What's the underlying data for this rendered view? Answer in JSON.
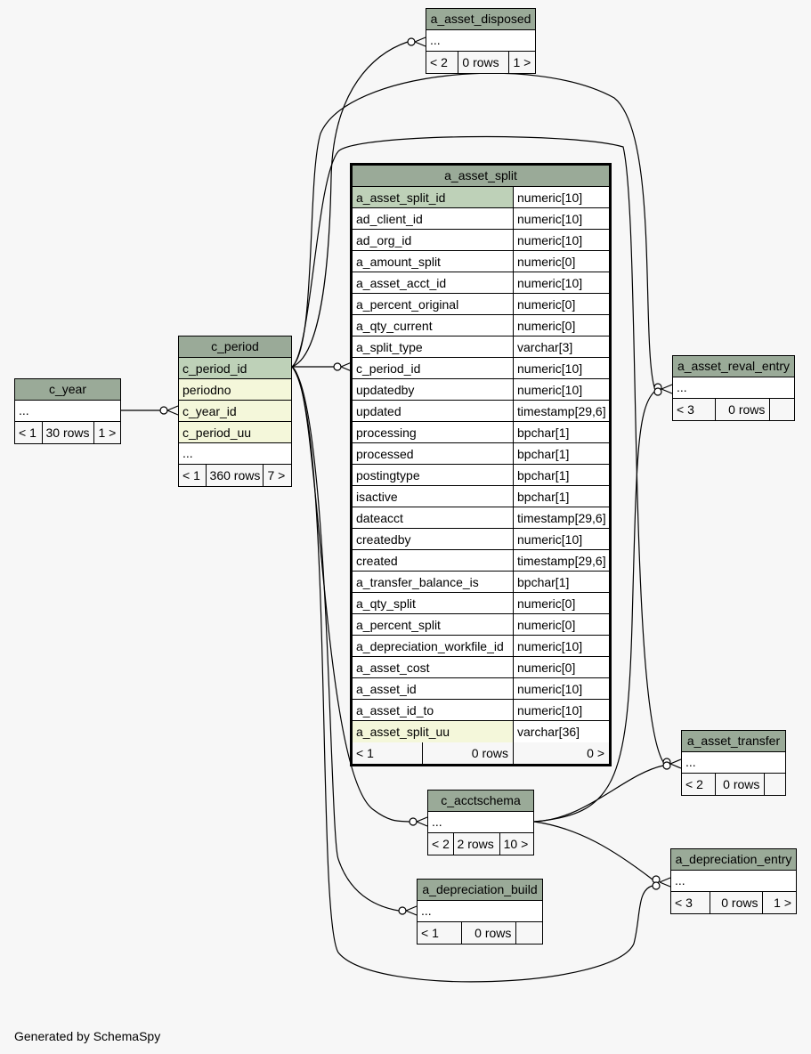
{
  "footer": "Generated by SchemaSpy",
  "tables": {
    "a_asset_split": {
      "name": "a_asset_split",
      "columns": [
        {
          "name": "a_asset_split_id",
          "type": "numeric[10]",
          "kind": "pk"
        },
        {
          "name": "ad_client_id",
          "type": "numeric[10]",
          "kind": ""
        },
        {
          "name": "ad_org_id",
          "type": "numeric[10]",
          "kind": ""
        },
        {
          "name": "a_amount_split",
          "type": "numeric[0]",
          "kind": ""
        },
        {
          "name": "a_asset_acct_id",
          "type": "numeric[10]",
          "kind": ""
        },
        {
          "name": "a_percent_original",
          "type": "numeric[0]",
          "kind": ""
        },
        {
          "name": "a_qty_current",
          "type": "numeric[0]",
          "kind": ""
        },
        {
          "name": "a_split_type",
          "type": "varchar[3]",
          "kind": ""
        },
        {
          "name": "c_period_id",
          "type": "numeric[10]",
          "kind": ""
        },
        {
          "name": "updatedby",
          "type": "numeric[10]",
          "kind": ""
        },
        {
          "name": "updated",
          "type": "timestamp[29,6]",
          "kind": ""
        },
        {
          "name": "processing",
          "type": "bpchar[1]",
          "kind": ""
        },
        {
          "name": "processed",
          "type": "bpchar[1]",
          "kind": ""
        },
        {
          "name": "postingtype",
          "type": "bpchar[1]",
          "kind": ""
        },
        {
          "name": "isactive",
          "type": "bpchar[1]",
          "kind": ""
        },
        {
          "name": "dateacct",
          "type": "timestamp[29,6]",
          "kind": ""
        },
        {
          "name": "createdby",
          "type": "numeric[10]",
          "kind": ""
        },
        {
          "name": "created",
          "type": "timestamp[29,6]",
          "kind": ""
        },
        {
          "name": "a_transfer_balance_is",
          "type": "bpchar[1]",
          "kind": ""
        },
        {
          "name": "a_qty_split",
          "type": "numeric[0]",
          "kind": ""
        },
        {
          "name": "a_percent_split",
          "type": "numeric[0]",
          "kind": ""
        },
        {
          "name": "a_depreciation_workfile_id",
          "type": "numeric[10]",
          "kind": ""
        },
        {
          "name": "a_asset_cost",
          "type": "numeric[0]",
          "kind": ""
        },
        {
          "name": "a_asset_id",
          "type": "numeric[10]",
          "kind": ""
        },
        {
          "name": "a_asset_id_to",
          "type": "numeric[10]",
          "kind": ""
        },
        {
          "name": "a_asset_split_uu",
          "type": "varchar[36]",
          "kind": "fk"
        }
      ],
      "footer": [
        "< 1",
        "0 rows",
        "0 >"
      ]
    },
    "c_period": {
      "name": "c_period",
      "columns": [
        {
          "name": "c_period_id",
          "kind": "pk"
        },
        {
          "name": "periodno",
          "kind": "fk"
        },
        {
          "name": "c_year_id",
          "kind": "fk"
        },
        {
          "name": "c_period_uu",
          "kind": "fk"
        }
      ],
      "ellipsis": "...",
      "footer": [
        "< 1",
        "360 rows",
        "7 >"
      ]
    },
    "c_year": {
      "name": "c_year",
      "ellipsis": "...",
      "footer": [
        "< 1",
        "30 rows",
        "1 >"
      ]
    },
    "a_asset_disposed": {
      "name": "a_asset_disposed",
      "ellipsis": "...",
      "footer": [
        "< 2",
        "0 rows",
        "1 >"
      ]
    },
    "a_asset_reval_entry": {
      "name": "a_asset_reval_entry",
      "ellipsis": "...",
      "footer": [
        "< 3",
        "0 rows",
        ""
      ]
    },
    "a_asset_transfer": {
      "name": "a_asset_transfer",
      "ellipsis": "...",
      "footer": [
        "< 2",
        "0 rows",
        ""
      ]
    },
    "c_acctschema": {
      "name": "c_acctschema",
      "ellipsis": "...",
      "footer": [
        "< 2",
        "2 rows",
        "10 >"
      ]
    },
    "a_depreciation_entry": {
      "name": "a_depreciation_entry",
      "ellipsis": "...",
      "footer": [
        "< 3",
        "0 rows",
        "1 >"
      ]
    },
    "a_depreciation_build": {
      "name": "a_depreciation_build",
      "ellipsis": "...",
      "footer": [
        "< 1",
        "0 rows",
        ""
      ]
    }
  },
  "colors": {
    "header": "#9aaa98",
    "primary_key": "#bed1b8",
    "foreign_key": "#f4f7da",
    "background": "#f7f7f7"
  }
}
